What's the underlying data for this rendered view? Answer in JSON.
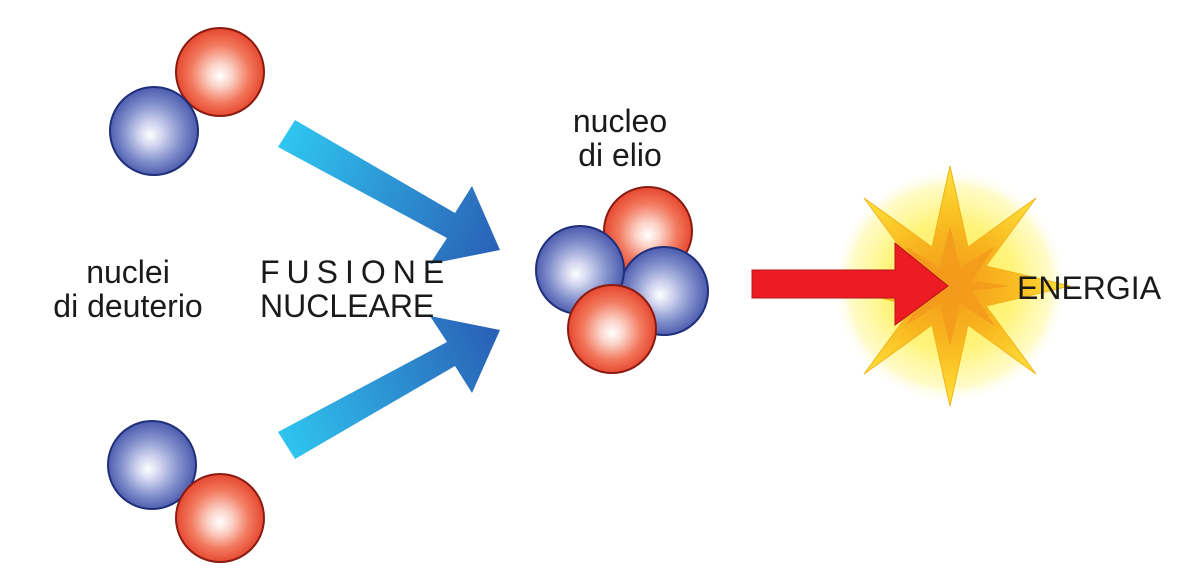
{
  "labels": {
    "deuterium_line1": "nuclei",
    "deuterium_line2": "di deuterio",
    "fusion_line1": "FUSIONE",
    "fusion_line2": "NUCLEARE",
    "helium_line1": "nucleo",
    "helium_line2": "di elio",
    "energy": "ENERGIA"
  },
  "colors": {
    "proton": "#e8513a",
    "neutron": "#4f5fb0",
    "fusion_arrow_start": "#29c3ef",
    "fusion_arrow_end": "#2a62b8",
    "energy_arrow": "#ed1c24",
    "energy_burst": "#f7a51c",
    "energy_glow": "#fff36b"
  },
  "particles": {
    "top_deuterium": [
      "proton",
      "neutron"
    ],
    "bottom_deuterium": [
      "neutron",
      "proton"
    ],
    "helium": [
      "proton",
      "neutron",
      "neutron",
      "proton"
    ]
  }
}
